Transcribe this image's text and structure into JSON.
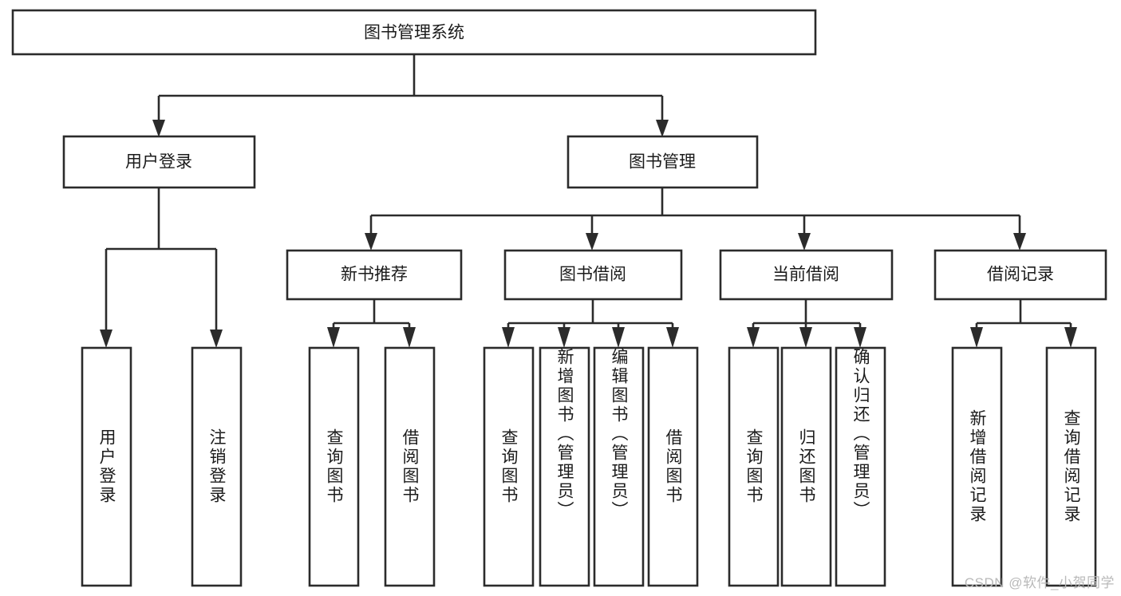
{
  "diagram": {
    "type": "tree-hierarchy",
    "title": "图书管理系统",
    "orientation": "top-down",
    "watermark": "CSDN @软件_小贺同学",
    "root": {
      "id": "root",
      "label": "图书管理系统",
      "level": 0,
      "text_direction": "horizontal"
    },
    "level1": [
      {
        "id": "user-login",
        "label": "用户登录",
        "text_direction": "horizontal"
      },
      {
        "id": "book-management",
        "label": "图书管理",
        "text_direction": "horizontal"
      }
    ],
    "level2": [
      {
        "id": "new-book-recommend",
        "label": "新书推荐",
        "parent": "book-management",
        "text_direction": "horizontal"
      },
      {
        "id": "book-borrow",
        "label": "图书借阅",
        "parent": "book-management",
        "text_direction": "horizontal"
      },
      {
        "id": "current-borrow",
        "label": "当前借阅",
        "parent": "book-management",
        "text_direction": "horizontal"
      },
      {
        "id": "borrow-record",
        "label": "借阅记录",
        "parent": "book-management",
        "text_direction": "horizontal"
      }
    ],
    "leaves": [
      {
        "id": "leaf-user-login",
        "label": "用户登录",
        "parent": "user-login",
        "text_direction": "vertical"
      },
      {
        "id": "leaf-logout-login",
        "label": "注销登录",
        "parent": "user-login",
        "text_direction": "vertical"
      },
      {
        "id": "leaf-query-book-1",
        "label": "查询图书",
        "parent": "new-book-recommend",
        "text_direction": "vertical"
      },
      {
        "id": "leaf-borrow-book-1",
        "label": "借阅图书",
        "parent": "new-book-recommend",
        "text_direction": "vertical"
      },
      {
        "id": "leaf-query-book-2",
        "label": "查询图书",
        "parent": "book-borrow",
        "text_direction": "vertical"
      },
      {
        "id": "leaf-add-book",
        "label": "新增图书（管理员）",
        "parent": "book-borrow",
        "text_direction": "vertical"
      },
      {
        "id": "leaf-edit-book",
        "label": "编辑图书（管理员）",
        "parent": "book-borrow",
        "text_direction": "vertical"
      },
      {
        "id": "leaf-borrow-book-2",
        "label": "借阅图书",
        "parent": "book-borrow",
        "text_direction": "vertical"
      },
      {
        "id": "leaf-query-book-3",
        "label": "查询图书",
        "parent": "current-borrow",
        "text_direction": "vertical"
      },
      {
        "id": "leaf-return-book",
        "label": "归还图书",
        "parent": "current-borrow",
        "text_direction": "vertical"
      },
      {
        "id": "leaf-confirm-return",
        "label": "确认归还（管理员）",
        "parent": "current-borrow",
        "text_direction": "vertical"
      },
      {
        "id": "leaf-add-record",
        "label": "新增借阅记录",
        "parent": "borrow-record",
        "text_direction": "vertical"
      },
      {
        "id": "leaf-query-record",
        "label": "查询借阅记录",
        "parent": "borrow-record",
        "text_direction": "vertical"
      }
    ],
    "colors": {
      "box_stroke": "#2b2b2b",
      "box_fill": "#ffffff",
      "text": "#1b1b1b",
      "background": "#ffffff",
      "watermark": "#b9b9b9"
    }
  }
}
